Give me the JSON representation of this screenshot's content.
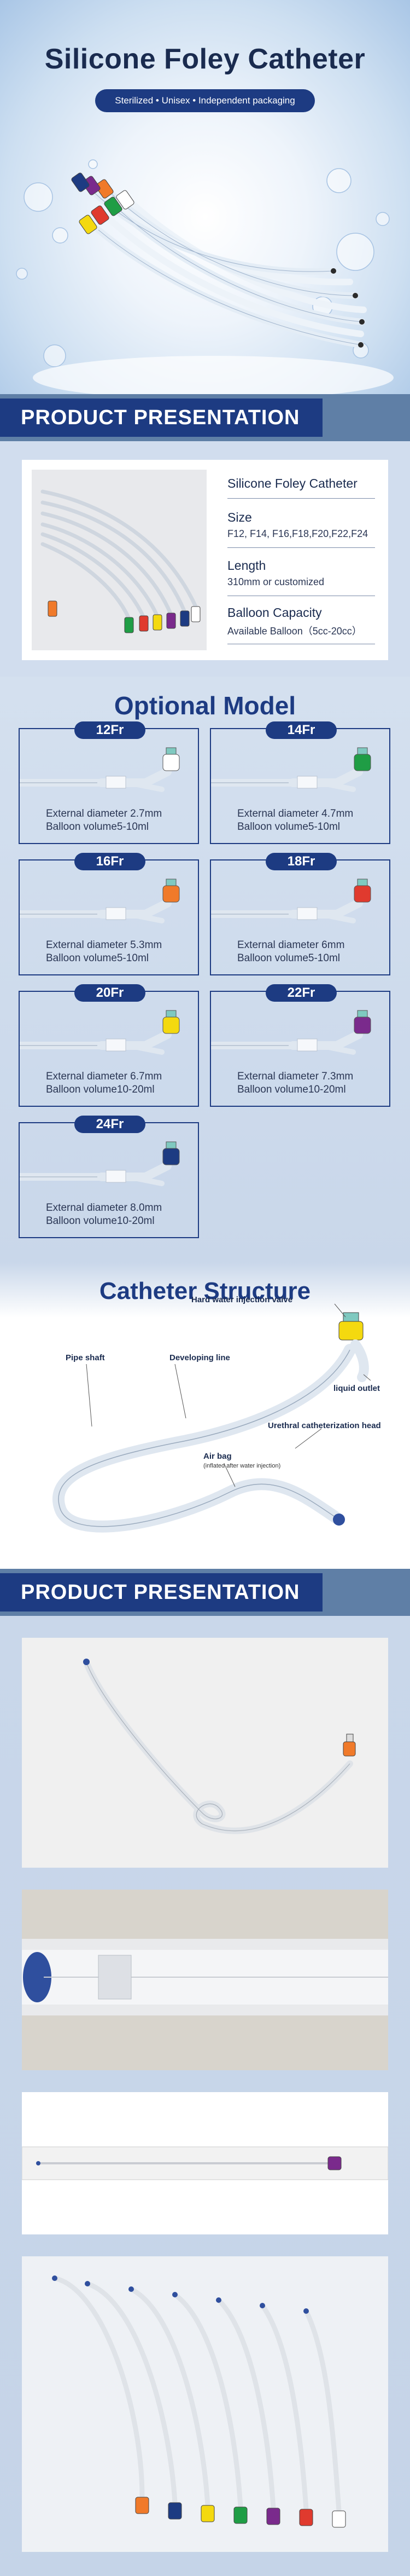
{
  "hero": {
    "title": "Silicone Foley Catheter",
    "tagline": "Sterilized  •  Unisex  •  Independent packaging"
  },
  "presentation_1": {
    "heading": "PRODUCT  PRESENTATION",
    "product_name": "Silicone Foley Catheter",
    "specs": [
      {
        "label": "Size",
        "value": "F12, F14, F16,F18,F20,F22,F24"
      },
      {
        "label": "Length",
        "value": "310mm or customized"
      },
      {
        "label": "Balloon Capacity",
        "value": "Available Balloon（5cc-20cc）"
      }
    ]
  },
  "optional_model": {
    "heading": "Optional Model",
    "models": [
      {
        "size": "12Fr",
        "diameter": "External diameter 2.7mm",
        "balloon": "Balloon volume5-10ml",
        "color": "#ffffff"
      },
      {
        "size": "14Fr",
        "diameter": "External diameter 4.7mm",
        "balloon": "Balloon volume5-10ml",
        "color": "#1f9d45"
      },
      {
        "size": "16Fr",
        "diameter": "External diameter 5.3mm",
        "balloon": "Balloon volume5-10ml",
        "color": "#f07a2a"
      },
      {
        "size": "18Fr",
        "diameter": "External diameter 6mm",
        "balloon": "Balloon volume5-10ml",
        "color": "#e03a2e"
      },
      {
        "size": "20Fr",
        "diameter": "External diameter 6.7mm",
        "balloon": "Balloon volume10-20ml",
        "color": "#f4d90f"
      },
      {
        "size": "22Fr",
        "diameter": "External diameter 7.3mm",
        "balloon": "Balloon volume10-20ml",
        "color": "#7a2a8c"
      },
      {
        "size": "24Fr",
        "diameter": "External diameter 8.0mm",
        "balloon": "Balloon volume10-20ml",
        "color": "#1d3b82"
      }
    ]
  },
  "structure": {
    "heading": "Catheter Structure",
    "labels": {
      "valve": "Hard water injection valve",
      "shaft": "Pipe shaft",
      "developing": "Developing line",
      "outlet": "liquid outlet",
      "head": "Urethral catheterization head",
      "airbag": "Air bag",
      "airbag_note": "(inflated after water injection)"
    }
  },
  "presentation_2": {
    "heading": "PRODUCT  PRESENTATION"
  },
  "colors": {
    "navy": "#1d3b82",
    "steel": "#5f7fa6",
    "light_blue": "#d1ddee"
  }
}
